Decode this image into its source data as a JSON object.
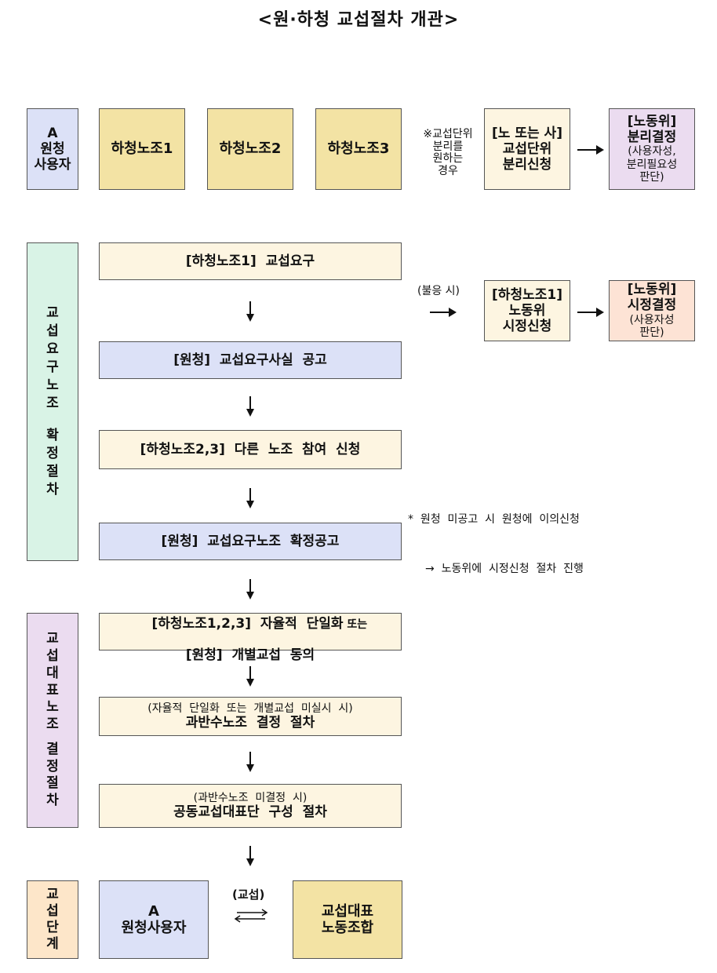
{
  "title": "<원·하청 교섭절차 개관>",
  "top_row": {
    "a_employer": [
      "A",
      "원청",
      "사용자"
    ],
    "union1": "하청노조1",
    "union2": "하청노조2",
    "union3": "하청노조3",
    "note": [
      "※교섭단위",
      "분리를",
      "원하는",
      "경우"
    ],
    "separation_request": [
      "[노 또는 사]",
      "교섭단위",
      "분리신청"
    ],
    "commission_decision_title": [
      "[노동위]",
      "분리결정"
    ],
    "commission_decision_sub": [
      "(사용자성,",
      "분리필요성",
      "판단)"
    ]
  },
  "section1": {
    "side_label": [
      "교",
      "섭",
      "요",
      "구",
      "노",
      "조",
      "",
      "확",
      "정",
      "절",
      "차"
    ],
    "step1": "[하청노조1]  교섭요구",
    "step2": "[원청]  교섭요구사실  공고",
    "step3": "[하청노조2,3]  다른  노조  참여  신청",
    "step4": "[원청]  교섭요구노조  확정공고",
    "refusal_label": "(불응 시)",
    "correction_request": [
      "[하청노조1]",
      "노동위",
      "시정신청"
    ],
    "correction_decision_title": [
      "[노동위]",
      "시정결정"
    ],
    "correction_decision_sub": [
      "(사용자성",
      "판단)"
    ],
    "note": [
      "*  원청  미공고  시  원청에  이의신청",
      "→  노동위에  시정신청  절차  진행"
    ]
  },
  "section2": {
    "side_label": [
      "교",
      "섭",
      "대",
      "표",
      "노",
      "조",
      "",
      "결",
      "정",
      "절",
      "차"
    ],
    "step1_line1": "[하청노조1,2,3]  자율적  단일화",
    "step1_or": " 또는",
    "step1_line2": "[원청]  개별교섭  동의",
    "step2_sub": "(자율적  단일화  또는  개별교섭  미실시  시)",
    "step2_main": "과반수노조  결정  절차",
    "step3_sub": "(과반수노조  미결정  시)",
    "step3_main": "공동교섭대표단  구성  절차"
  },
  "section3": {
    "side_label": [
      "교",
      "섭",
      "단",
      "계"
    ],
    "employer": [
      "A",
      "원청사용자"
    ],
    "negotiation_label": "(교섭)",
    "rep_union": [
      "교섭대표",
      "노동조합"
    ]
  }
}
